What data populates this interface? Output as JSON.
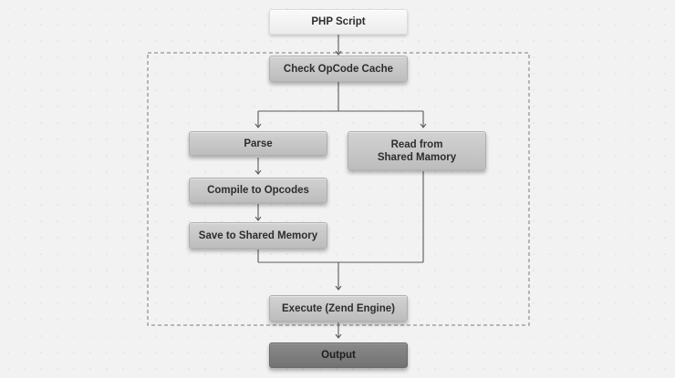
{
  "nodes": {
    "php_script": "PHP Script",
    "check_cache": "Check OpCode Cache",
    "parse": "Parse",
    "read_shared": "Read from\nShared Mamory",
    "compile": "Compile to Opcodes",
    "save": "Save to Shared Memory",
    "execute": "Execute (Zend Engine)",
    "output": "Output"
  },
  "colors": {
    "background": "#f2f2f2",
    "line": "#5a5a5a",
    "dashed_border": "#7a7a7a"
  }
}
